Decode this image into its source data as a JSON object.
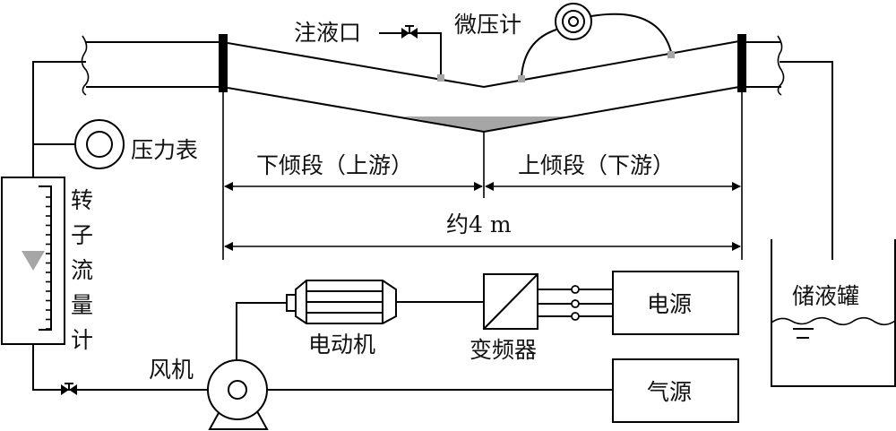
{
  "diagram": {
    "type": "experimental-setup-schematic",
    "labels": {
      "injection_port": "注液口",
      "micro_manometer": "微压计",
      "pressure_gauge": "压力表",
      "rotameter": "转子流量计",
      "rotameter_chars": [
        "转",
        "子",
        "流",
        "量",
        "计"
      ],
      "downward_section": "下倾段（上游）",
      "upward_section": "上倾段（下游）",
      "total_length": "约4 m",
      "fan": "风机",
      "motor": "电动机",
      "inverter": "变频器",
      "power_supply": "电源",
      "air_source": "气源",
      "liquid_tank": "储液罐"
    },
    "colors": {
      "line": "#000000",
      "liquid_fill": "#a6a6a6",
      "tap_point": "#a6a6a6",
      "float": "#a6a6a6"
    }
  }
}
